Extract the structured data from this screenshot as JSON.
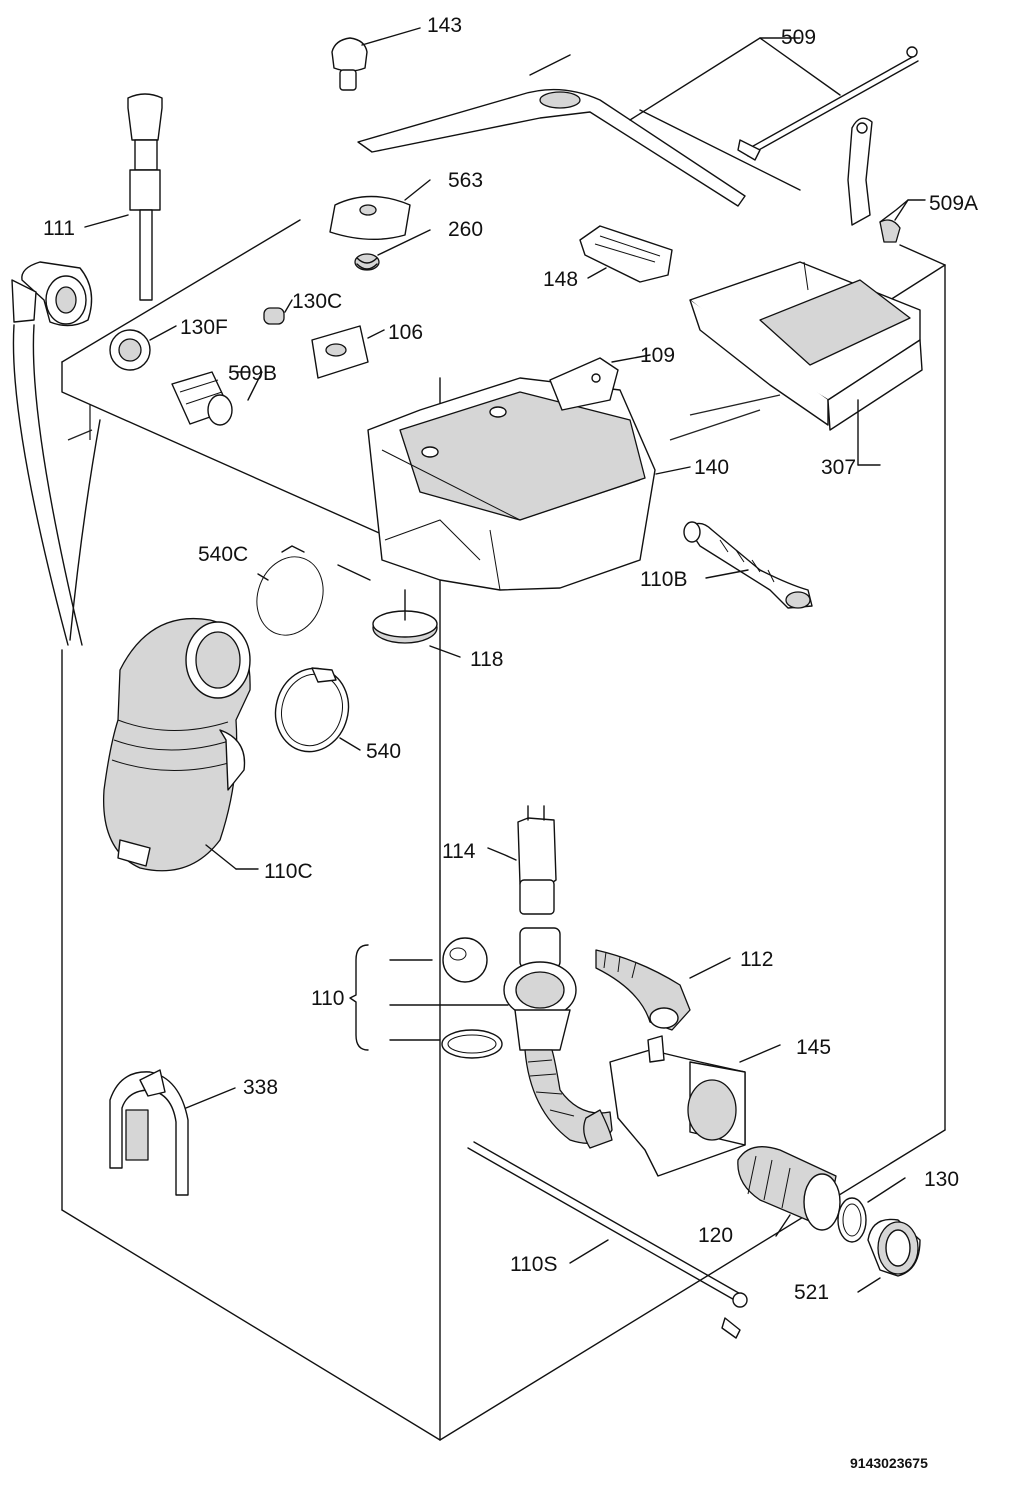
{
  "diagram": {
    "labels": {
      "p143": "143",
      "p509": "509",
      "p111": "111",
      "p563": "563",
      "p260": "260",
      "p509A": "509A",
      "p148": "148",
      "p130C": "130C",
      "p130F": "130F",
      "p106": "106",
      "p109": "109",
      "p509B": "509B",
      "p140": "140",
      "p307": "307",
      "p540C": "540C",
      "p110B": "110B",
      "p118": "118",
      "p540": "540",
      "p110C": "110C",
      "p114": "114",
      "p112": "112",
      "p110": "110",
      "p145": "145",
      "p338": "338",
      "p130": "130",
      "p120": "120",
      "p110S": "110S",
      "p521": "521"
    },
    "document_code": "9143023675"
  }
}
